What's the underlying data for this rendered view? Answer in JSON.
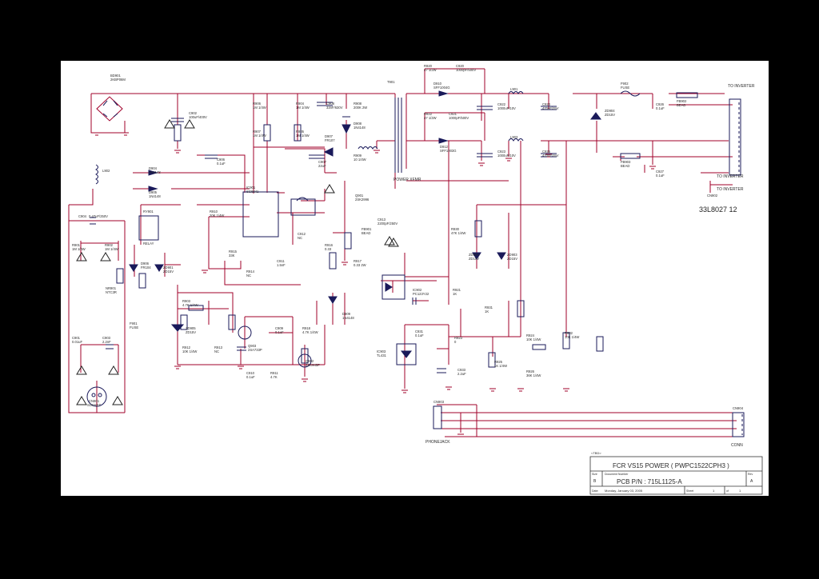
{
  "sheet": {
    "part_number": "33L8027 12",
    "labels": {
      "to_inverter_1": "TO INVERTER",
      "to_inverter_2": "TO INVERTER",
      "to_inverter_3": "TO INVERTER",
      "power_xfmr": "POWER XFMR",
      "phone_jack": "PHONEJACK",
      "conn": "CONN"
    },
    "components": [
      {
        "ref": "BD901",
        "value": "2KBP06M"
      },
      {
        "ref": "L902",
        "value": ""
      },
      {
        "ref": "C902",
        "value": "100uF/400V"
      },
      {
        "ref": "C904",
        "value": "0.47uF/250V"
      },
      {
        "ref": "R901",
        "value": "1M 1/4W"
      },
      {
        "ref": "R902",
        "value": "1M 1/4W"
      },
      {
        "ref": "NR901",
        "value": "NTC3R"
      },
      {
        "ref": "F901",
        "value": "FUSE"
      },
      {
        "ref": "C901",
        "value": "0.01uF"
      },
      {
        "ref": "C903",
        "value": "2.2nF"
      },
      {
        "ref": "CN901",
        "value": "SOCKET"
      },
      {
        "ref": "D904",
        "value": "1N4148"
      },
      {
        "ref": "D905",
        "value": "1N4148"
      },
      {
        "ref": "D906",
        "value": "FR104"
      },
      {
        "ref": "ZD901",
        "value": "ZD15V"
      },
      {
        "ref": "RY901",
        "value": "RELAY"
      },
      {
        "ref": "R906",
        "value": "1M 1/4W"
      },
      {
        "ref": "R907",
        "value": "1M 1/4W"
      },
      {
        "ref": "R904",
        "value": "1M 1/4W"
      },
      {
        "ref": "R905",
        "value": "1M 1/4W"
      },
      {
        "ref": "C906",
        "value": "0.1uF"
      },
      {
        "ref": "C908",
        "value": "33nF/630V"
      },
      {
        "ref": "R908",
        "value": "200K 2W"
      },
      {
        "ref": "D907",
        "value": "FR107"
      },
      {
        "ref": "D908",
        "value": "1N4148"
      },
      {
        "ref": "IC901",
        "value": "SG6841"
      },
      {
        "ref": "R910",
        "value": "20K 1/4W"
      },
      {
        "ref": "R909",
        "value": "10 1/4W"
      },
      {
        "ref": "C907",
        "value": "22uF"
      },
      {
        "ref": "C912",
        "value": "NC"
      },
      {
        "ref": "C911",
        "value": "1.5nF"
      },
      {
        "ref": "R914",
        "value": "NC"
      },
      {
        "ref": "R915",
        "value": "33K"
      },
      {
        "ref": "Q901",
        "value": "2SK2996"
      },
      {
        "ref": "R916",
        "value": "0.33"
      },
      {
        "ref": "R917",
        "value": "0.33 2W"
      },
      {
        "ref": "FB901",
        "value": "BEAD"
      },
      {
        "ref": "C913",
        "value": "2200pF/250V"
      },
      {
        "ref": "T901",
        "value": ""
      },
      {
        "ref": "R920",
        "value": "47 1/2W"
      },
      {
        "ref": "C920",
        "value": "1000pF/500V"
      },
      {
        "ref": "D910",
        "value": "SFF1004G"
      },
      {
        "ref": "R922",
        "value": "47 1/2W"
      },
      {
        "ref": "C921",
        "value": "1000pF/500V"
      },
      {
        "ref": "D912",
        "value": "SFF1003G"
      },
      {
        "ref": "C922",
        "value": "1000uF/10V"
      },
      {
        "ref": "C924",
        "value": "470uF/25V"
      },
      {
        "ref": "C923",
        "value": "1000uF/10V"
      },
      {
        "ref": "C925",
        "value": "470uF/25V"
      },
      {
        "ref": "L901",
        "value": ""
      },
      {
        "ref": "L903",
        "value": ""
      },
      {
        "ref": "F902",
        "value": "FUSE"
      },
      {
        "ref": "FB902",
        "value": "BEAD"
      },
      {
        "ref": "FB903",
        "value": "BEAD"
      },
      {
        "ref": "ZD904",
        "value": "ZD15V"
      },
      {
        "ref": "C926",
        "value": "0.1uF"
      },
      {
        "ref": "C927",
        "value": "0.1uF"
      },
      {
        "ref": "CN902",
        "value": ""
      },
      {
        "ref": "R930",
        "value": "47K 1/4W"
      },
      {
        "ref": "IC902",
        "value": "PC123Y22"
      },
      {
        "ref": "R931",
        "value": "1K"
      },
      {
        "ref": "R921",
        "value": "1K"
      },
      {
        "ref": "R923",
        "value": "0"
      },
      {
        "ref": "C931",
        "value": "0.1uF"
      },
      {
        "ref": "IC903",
        "value": "TL431"
      },
      {
        "ref": "C933",
        "value": "2.2uF"
      },
      {
        "ref": "ZD902",
        "value": "ZD15V"
      },
      {
        "ref": "ZD903",
        "value": "ZD15V"
      },
      {
        "ref": "R924",
        "value": "10K 1/4W"
      },
      {
        "ref": "R925",
        "value": "1K 1/4W"
      },
      {
        "ref": "R926",
        "value": "36K 1/4W"
      },
      {
        "ref": "R932",
        "value": "10K 1/4W"
      },
      {
        "ref": "R903",
        "value": "4.7K 1/4W"
      },
      {
        "ref": "ZD905",
        "value": "ZD15V"
      },
      {
        "ref": "R912",
        "value": "10K 1/4W"
      },
      {
        "ref": "R913",
        "value": "NC"
      },
      {
        "ref": "C909",
        "value": "0.1uF"
      },
      {
        "ref": "Q903",
        "value": "2SA733P"
      },
      {
        "ref": "R918",
        "value": "4.7K 1/4W"
      },
      {
        "ref": "D909",
        "value": "1N4148"
      },
      {
        "ref": "C910",
        "value": "0.1uF"
      },
      {
        "ref": "R911",
        "value": "4.7K"
      },
      {
        "ref": "Q902",
        "value": "2SC945P"
      },
      {
        "ref": "CN903",
        "value": ""
      },
      {
        "ref": "CN904",
        "value": ""
      }
    ],
    "title_block": {
      "company": "<TBD>",
      "title": "FCR VS15 POWER ( PWPC1522CPH3 )",
      "size_label": "Size",
      "size": "B",
      "doc_label": "Document Number",
      "doc_number": "PCB P/N : 715L1125-A",
      "rev_label": "Rev",
      "rev": "A",
      "date_label": "Date:",
      "date": "Monday, January 03, 2005",
      "sheet_label": "Sheet",
      "sheet_num": "1",
      "of_label": "of",
      "of_num": "1"
    }
  }
}
